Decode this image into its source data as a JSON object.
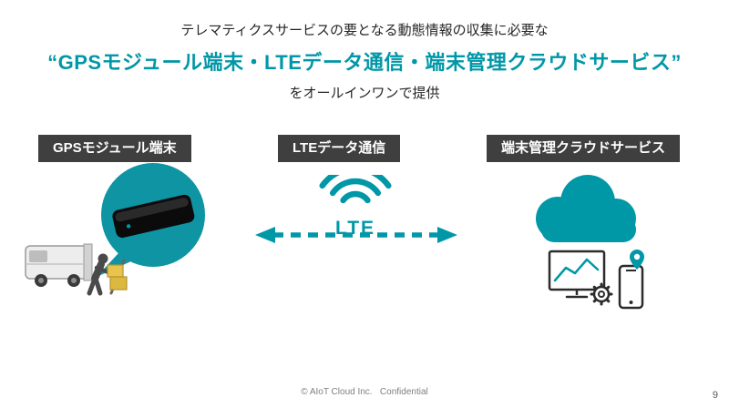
{
  "slide": {
    "header": {
      "line1": "テレマティクスサービスの要となる動態情報の収集に必要な",
      "line2": "“GPSモジュール端末・LTEデータ通信・端末管理クラウドサービス”",
      "line3": "をオールインワンで提供"
    },
    "sections": [
      {
        "label": "GPSモジュール端末"
      },
      {
        "label": "LTEデータ通信"
      },
      {
        "label": "端末管理クラウドサービス"
      }
    ],
    "lte_label": "LTE",
    "icons": {
      "lte_signal": "signal-arcs",
      "connection": "double-headed-dashed-arrow",
      "cloud": "cloud",
      "monitor_chart": "monitor-with-chart",
      "gear": "gear",
      "smartphone_pin": "smartphone-with-location-pin",
      "gps_device": "gps-tracker-device",
      "van": "delivery-van-with-worker"
    },
    "colors": {
      "accent": "#0097A7",
      "label_background": "#3F3F3F"
    },
    "footer": {
      "copyright": "© AIoT Cloud Inc.   Confidential",
      "page_number": "9"
    }
  }
}
